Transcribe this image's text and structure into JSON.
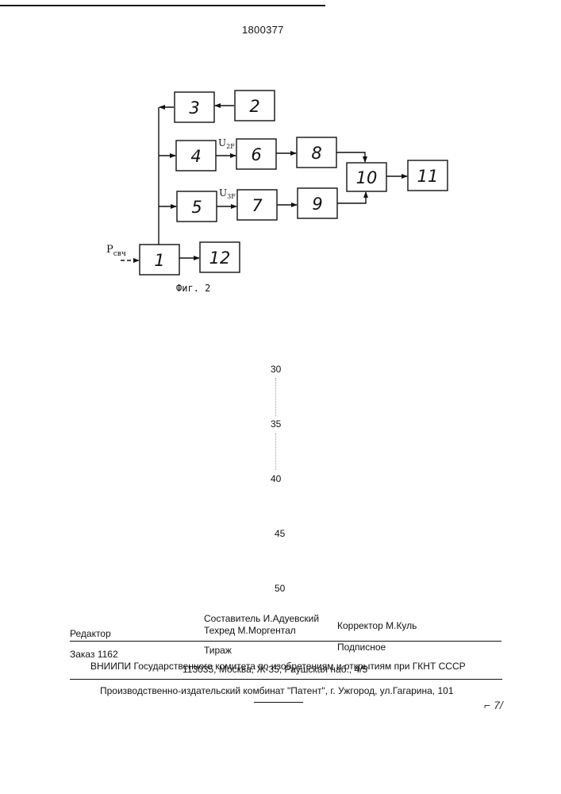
{
  "header": {
    "patent_number": "1800377"
  },
  "diagram": {
    "blocks": {
      "b1": "1",
      "b2": "2",
      "b3": "3",
      "b4": "4",
      "b5": "5",
      "b6": "6",
      "b7": "7",
      "b8": "8",
      "b9": "9",
      "b10": "10",
      "b11": "11",
      "b12": "12"
    },
    "input_signal": {
      "main": "P",
      "sub": "свч"
    },
    "voltage_2f": {
      "main": "U",
      "sub": "2F"
    },
    "voltage_3f": {
      "main": "U",
      "sub": "3F"
    },
    "caption": "Фиг. 2"
  },
  "line_numbers": [
    "30",
    "35",
    "40",
    "45",
    "50"
  ],
  "imprint": {
    "editor": "Редактор",
    "composer": "Составитель И.Адуевский",
    "techred": "Техред М.Моргентал",
    "corrector": "Корректор  М.Куль",
    "order": "Заказ  1162",
    "circulation": "Тираж",
    "subscription": "Подписное",
    "institute": "ВНИИПИ Государственного комитета по изобретениям и открытиям при ГКНТ СССР",
    "address": "113035, Москва, Ж-35, Раушская наб., 4/5",
    "publisher": "Производственно-издательский комбинат \"Патент\", г. Ужгород, ул.Гагарина, 101"
  },
  "margin_marks": "⌐ 7/"
}
